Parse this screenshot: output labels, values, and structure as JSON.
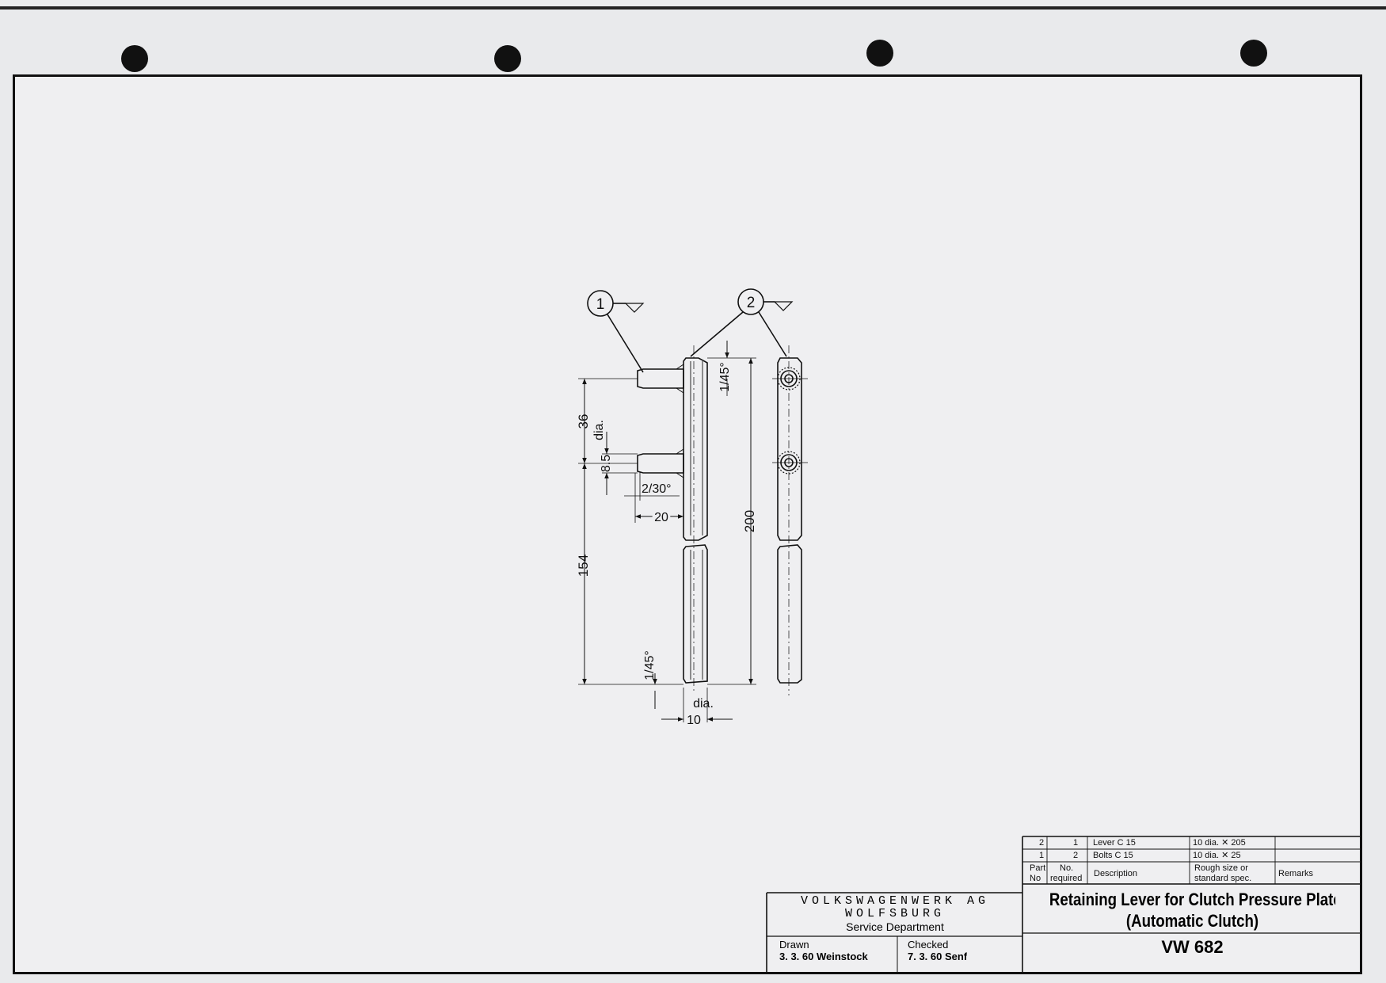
{
  "balloons": {
    "part1": "1",
    "part2": "2"
  },
  "dimensions": {
    "d36": "36",
    "d154": "154",
    "d85": "8.5",
    "dia_top": "dia.",
    "chamfer_2_30": "2/30°",
    "d20": "20",
    "chamfer_top": "1/45°",
    "d200": "200",
    "chamfer_bottom": "1/45°",
    "dia_bottom": "dia.",
    "d10": "10"
  },
  "parts_list": {
    "rows": [
      {
        "part_no": "2",
        "qty": "1",
        "description": "Lever C 15",
        "size": "10 dia. ✕ 205",
        "remarks": ""
      },
      {
        "part_no": "1",
        "qty": "2",
        "description": "Bolts  C 15",
        "size": "10 dia. ✕ 25",
        "remarks": ""
      }
    ],
    "headers": {
      "part_no_line1": "Part",
      "part_no_line2": "No",
      "qty_line1": "No.",
      "qty_line2": "required",
      "description": "Description",
      "size_line1": "Rough size or",
      "size_line2": "standard spec.",
      "remarks": "Remarks"
    }
  },
  "company": {
    "name": "VOLKSWAGENWERK AG",
    "city": "WOLFSBURG",
    "department": "Service Department"
  },
  "drawn": {
    "label": "Drawn",
    "value": "3. 3. 60  Weinstock"
  },
  "checked": {
    "label": "Checked",
    "value": "7. 3. 60   Senf"
  },
  "title": {
    "line1": "Retaining Lever for Clutch Pressure Plate",
    "line2": "(Automatic Clutch)"
  },
  "drawing_number": "VW 682"
}
